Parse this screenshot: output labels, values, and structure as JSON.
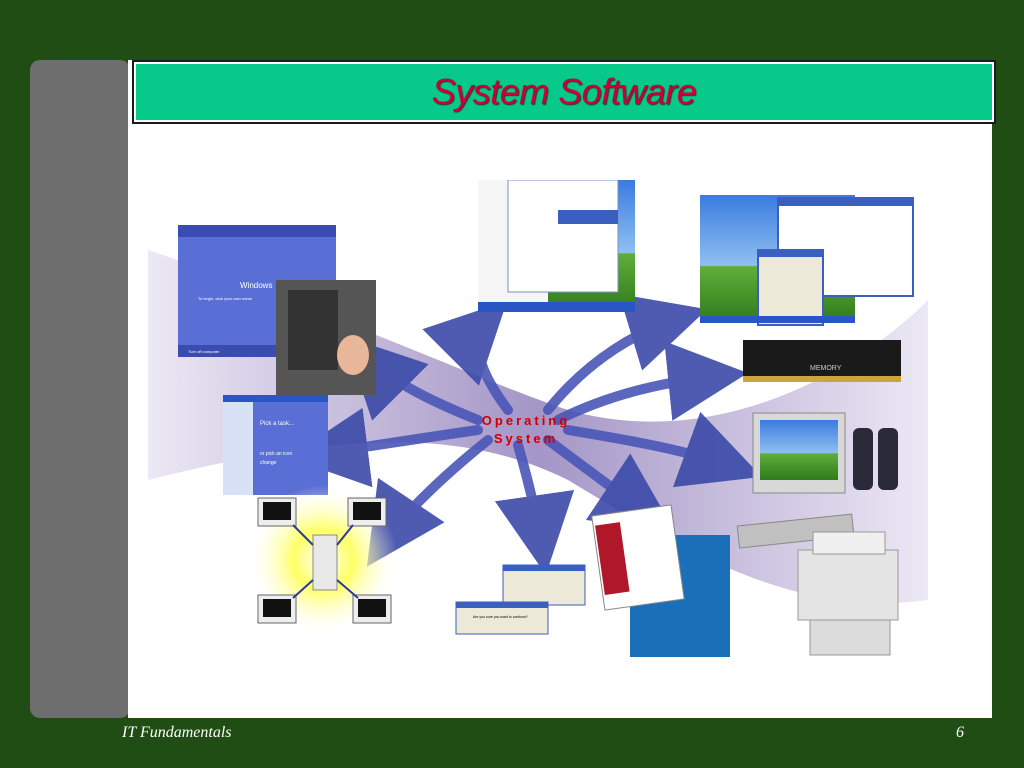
{
  "slide": {
    "title": "System Software",
    "footer_left": "IT Fundamentals",
    "page_number": "6"
  },
  "diagram": {
    "center_line1": "Operating",
    "center_line2": "System",
    "login_screen": {
      "logo": "Windows",
      "prompt": "To begin, click your user name",
      "turn_off": "Turn off computer"
    },
    "control_panel": {
      "heading": "Pick a task...",
      "subheading": "or pick an icon",
      "sub2": "change"
    },
    "dialog": {
      "message": "Are you sure you want to continue?"
    },
    "memory_label": "MEMORY",
    "colors": {
      "background": "#1f4d14",
      "title_bar": "#06c98a",
      "title_text": "#cc0033",
      "arrow": "#4a57b8"
    }
  }
}
